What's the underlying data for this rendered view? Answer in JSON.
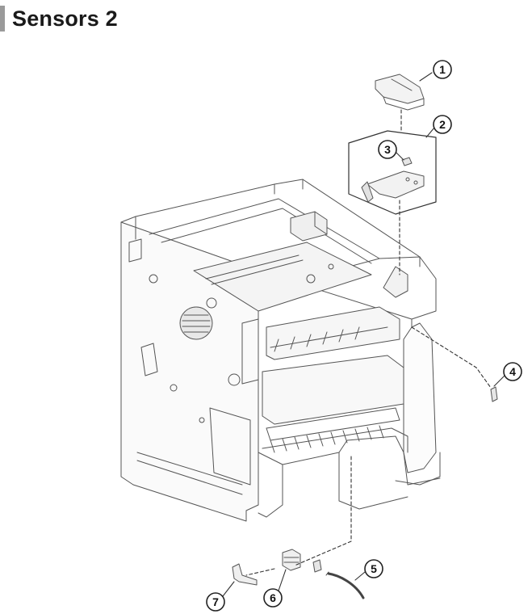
{
  "page": {
    "title": "Sensors 2"
  },
  "callouts": [
    {
      "id": "1",
      "label": "1"
    },
    {
      "id": "2",
      "label": "2"
    },
    {
      "id": "3",
      "label": "3"
    },
    {
      "id": "4",
      "label": "4"
    },
    {
      "id": "5",
      "label": "5"
    },
    {
      "id": "6",
      "label": "6"
    },
    {
      "id": "7",
      "label": "7"
    }
  ],
  "colors": {
    "line": "#444444",
    "title_accent": "#9a9a9a",
    "title_text": "#1a1a1a"
  }
}
